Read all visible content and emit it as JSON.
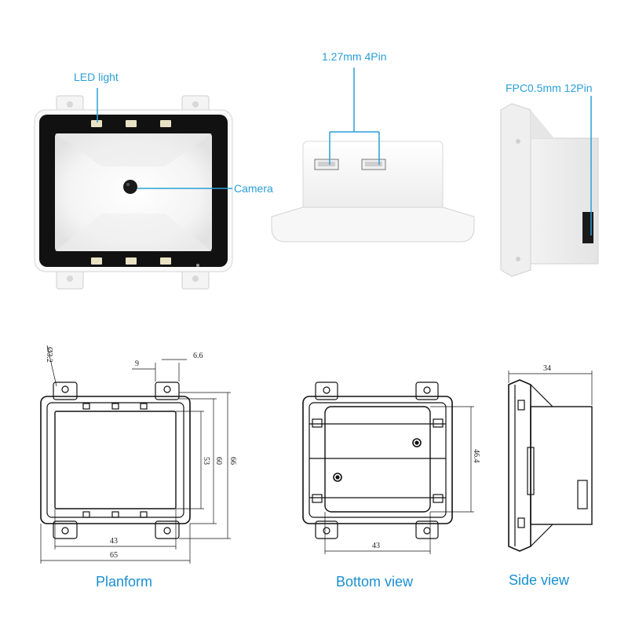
{
  "callouts": {
    "led_light": "LED light",
    "camera": "Camera",
    "connector_4pin": "1.27mm 4Pin",
    "fpc_12pin": "FPC0.5mm 12Pin"
  },
  "captions": {
    "planform": "Planform",
    "bottom_view": "Bottom view",
    "side_view": "Side view"
  },
  "dimensions": {
    "hole_diameter": "Ø3.2",
    "tab_offset": "9",
    "tab_width": "6.6",
    "planform_height_inner": "53",
    "planform_height_mid": "60",
    "planform_height_outer": "66",
    "planform_width_inner": "43",
    "planform_width_outer": "65",
    "bottom_height": "46.4",
    "bottom_width": "43",
    "side_depth": "34"
  },
  "colors": {
    "callout_text": "#2a9fd6",
    "caption_text": "#1a8fd0",
    "leader_line": "#2a9fd6"
  }
}
